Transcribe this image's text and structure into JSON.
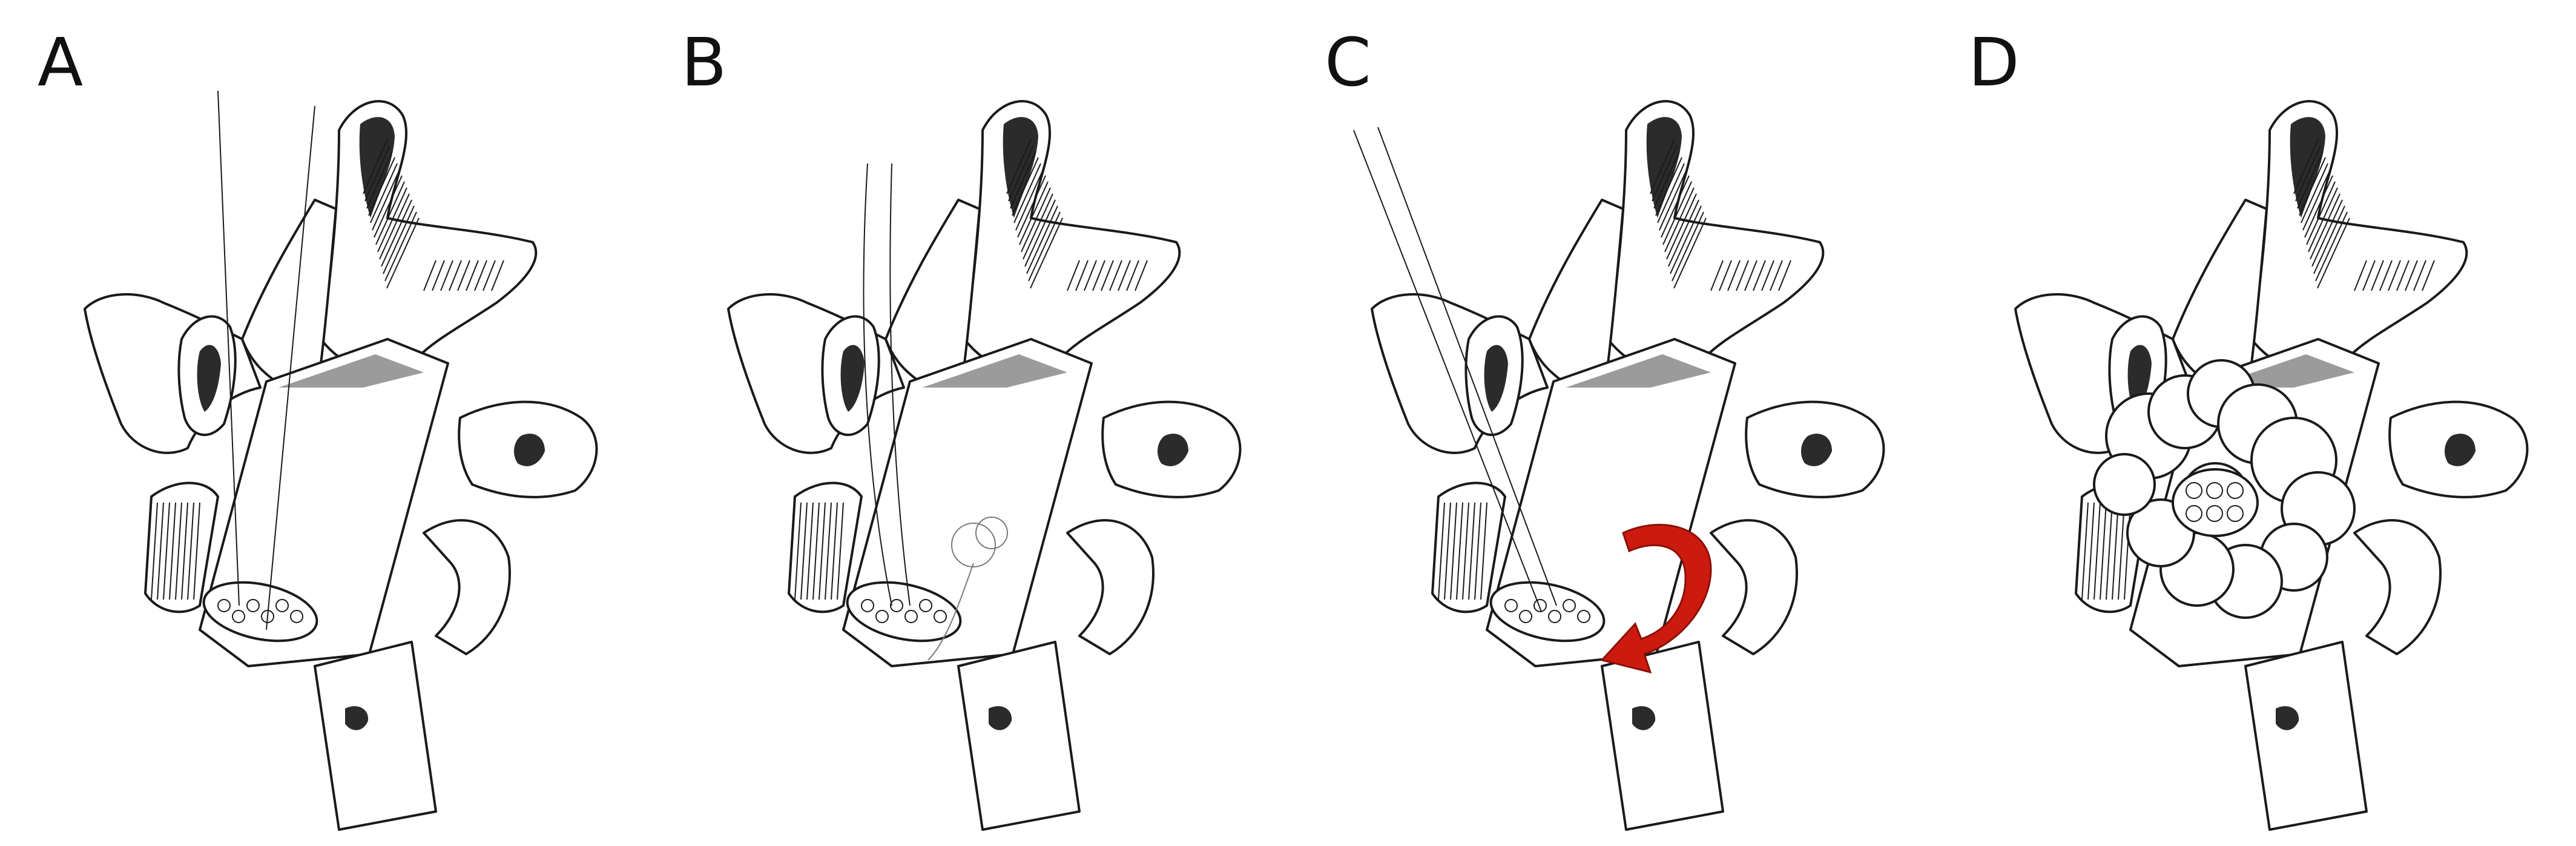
{
  "figure": {
    "panels": [
      {
        "label": "A",
        "variant": "strands-cross-section"
      },
      {
        "label": "B",
        "variant": "small-lesion-outline"
      },
      {
        "label": "C",
        "variant": "red-curved-arrow"
      },
      {
        "label": "D",
        "variant": "large-lobulated-mass"
      }
    ],
    "colors": {
      "line": "#1a1a1a",
      "shade": "#2b2b2b",
      "mid_gray": "#7a7a7a",
      "arrow_red": "#cc1a0f",
      "arrow_dark": "#8a1008"
    }
  }
}
